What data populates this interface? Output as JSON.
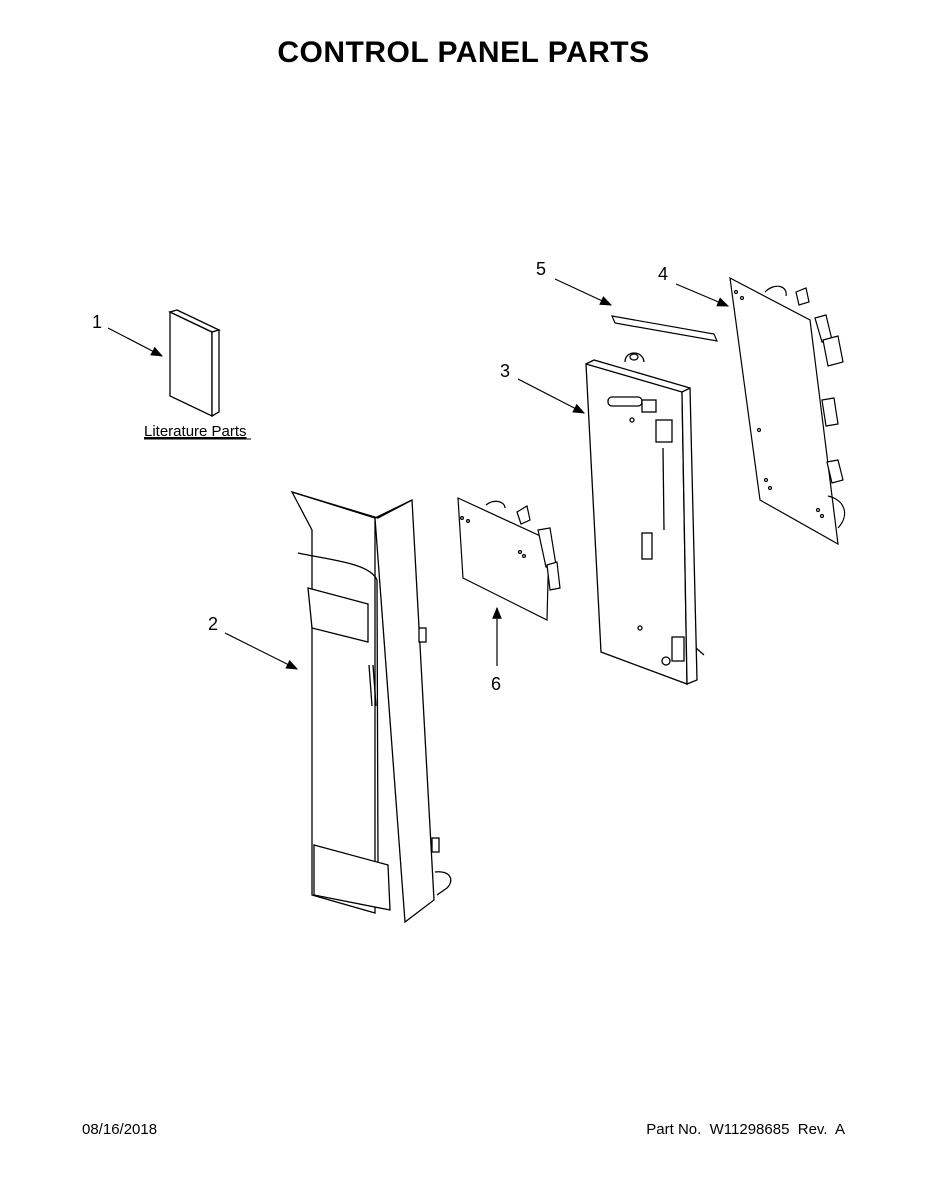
{
  "title": "CONTROL PANEL PARTS",
  "callouts": {
    "c1": "1",
    "c2": "2",
    "c3": "3",
    "c4": "4",
    "c5": "5",
    "c6": "6"
  },
  "literature_label": "Literature Parts",
  "footer": {
    "date": "08/16/2018",
    "part_no": "Part No.  W11298685  Rev.  A"
  }
}
